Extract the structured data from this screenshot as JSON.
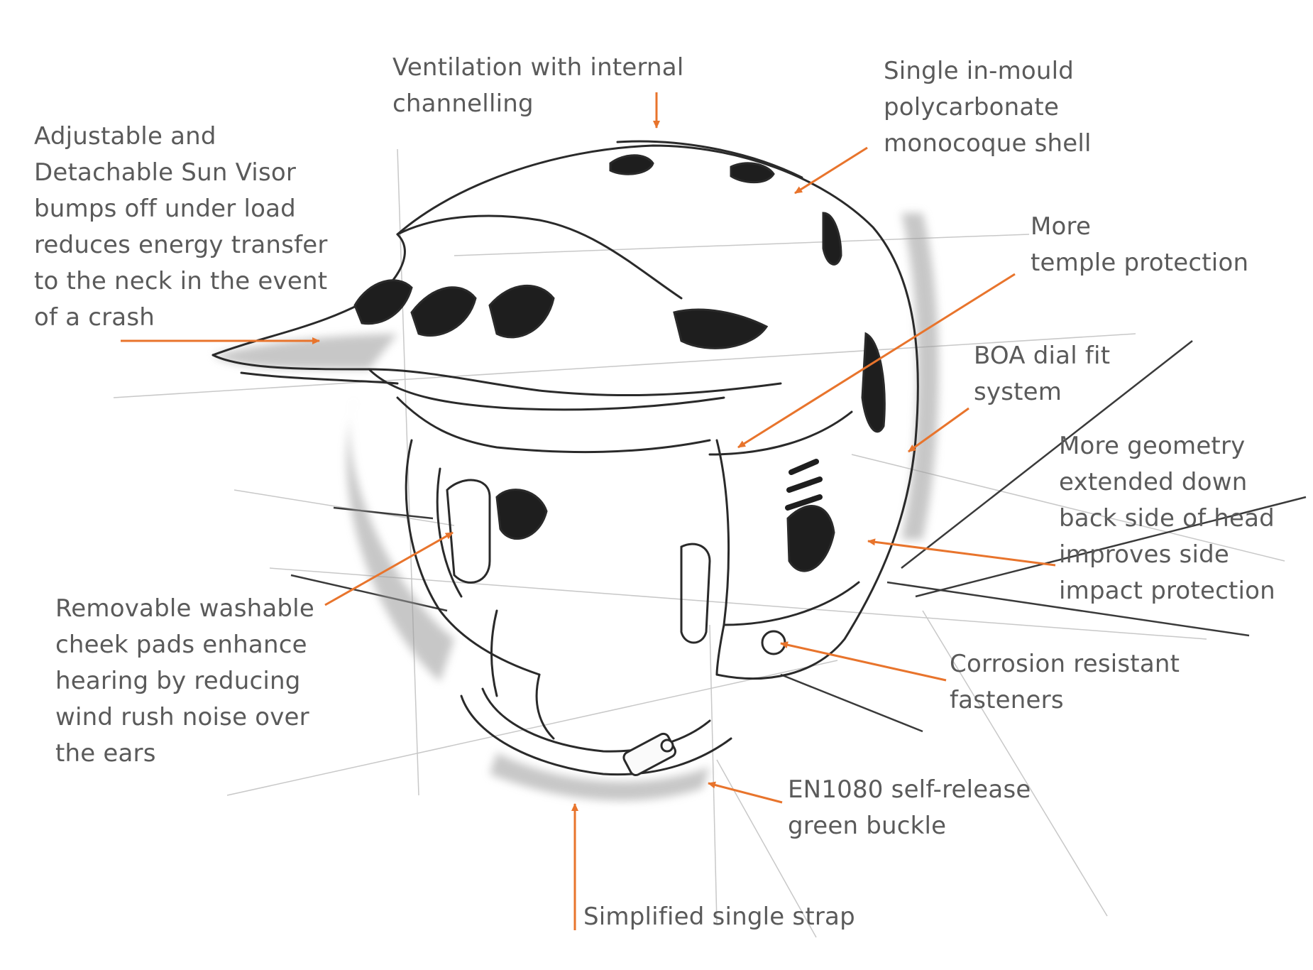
{
  "accent_color": "#e8742c",
  "sketch_color": "#2a2a2a",
  "text_color": "#5a5a5a",
  "callouts": {
    "ventilation": [
      "Ventilation with internal",
      "channelling"
    ],
    "shell": [
      "Single in-mould",
      "polycarbonate",
      "monocoque shell"
    ],
    "visor": [
      "Adjustable and",
      "Detachable Sun Visor",
      "bumps off under load",
      "reduces energy transfer",
      "to the neck in the event",
      "of a crash"
    ],
    "temple": [
      "More",
      "temple protection"
    ],
    "boa": [
      "BOA dial fit",
      "system"
    ],
    "geometry": [
      "More geometry",
      "extended down",
      "back side of head",
      "improves side",
      "impact protection"
    ],
    "cheek_pads": [
      "Removable washable",
      "cheek pads enhance",
      "hearing by reducing",
      "wind rush noise over",
      "the ears"
    ],
    "fasteners": [
      "Corrosion resistant",
      "fasteners"
    ],
    "buckle": [
      "EN1080 self-release",
      "green buckle"
    ],
    "strap": [
      "Simplified single strap"
    ]
  }
}
